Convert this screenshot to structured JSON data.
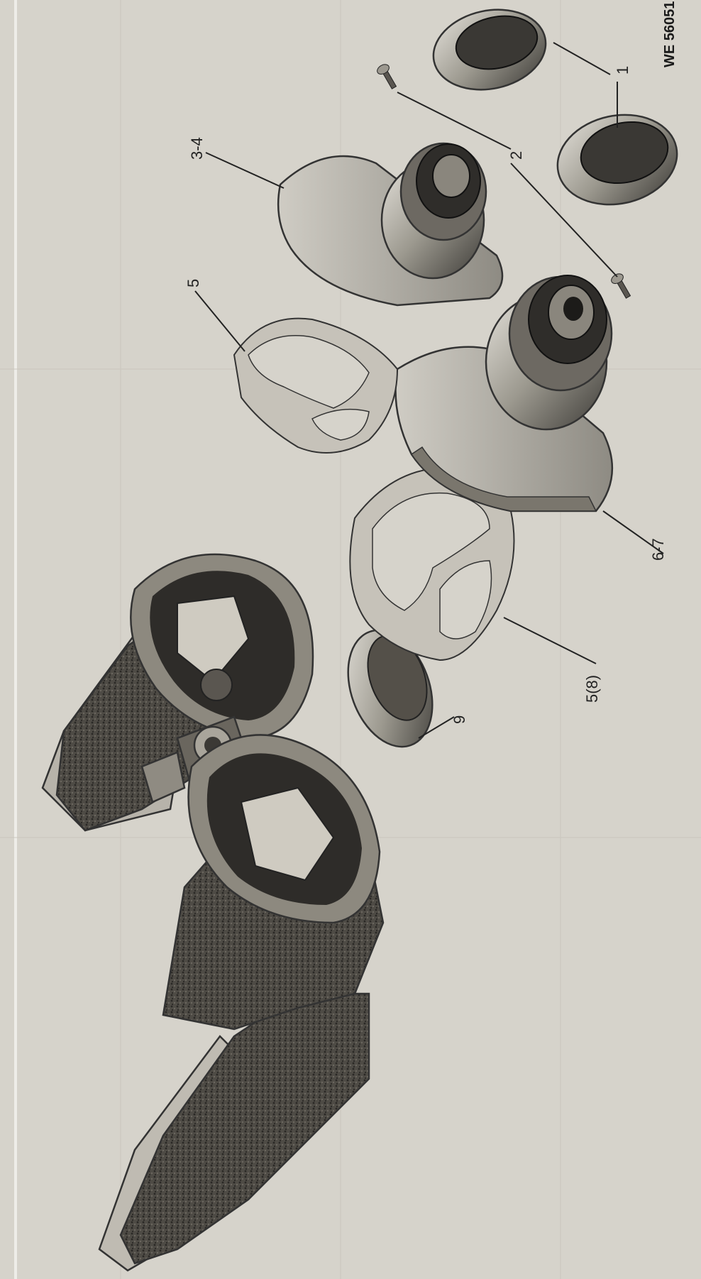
{
  "figure": {
    "id": "WE 56051",
    "callouts": {
      "c1": "1",
      "c2": "2",
      "c34": "3-4",
      "c5": "5",
      "c67": "6-7",
      "c58": "5(8)",
      "c9": "9"
    }
  },
  "colors": {
    "paper": "#d6d3cb",
    "metal_dark": "#3b3a37",
    "metal_light": "#b9b6ae",
    "leather": "#4a4741"
  }
}
